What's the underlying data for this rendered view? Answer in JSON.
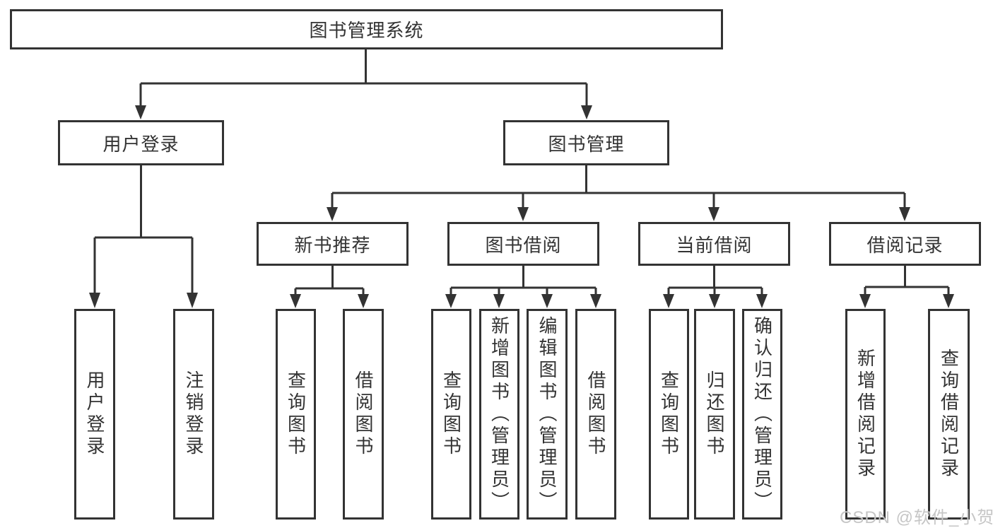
{
  "diagram": {
    "root": {
      "label": "图书管理系统"
    },
    "branches": [
      {
        "label": "用户登录",
        "children": [
          {
            "label": "用户登录"
          },
          {
            "label": "注销登录"
          }
        ]
      },
      {
        "label": "图书管理",
        "children": [
          {
            "label": "新书推荐",
            "children": [
              {
                "label": "查询图书"
              },
              {
                "label": "借阅图书"
              }
            ]
          },
          {
            "label": "图书借阅",
            "children": [
              {
                "label": "查询图书"
              },
              {
                "label": "新增图书（管理员）"
              },
              {
                "label": "编辑图书（管理员）"
              },
              {
                "label": "借阅图书"
              }
            ]
          },
          {
            "label": "当前借阅",
            "children": [
              {
                "label": "查询图书"
              },
              {
                "label": "归还图书"
              },
              {
                "label": "确认归还（管理员）"
              }
            ]
          },
          {
            "label": "借阅记录",
            "children": [
              {
                "label": "新增借阅记录"
              },
              {
                "label": "查询借阅记录"
              }
            ]
          }
        ]
      }
    ]
  },
  "watermark": "CSDN @软件_小贺同学",
  "colors": {
    "line": "#333333",
    "text": "#333333",
    "background": "#ffffff",
    "watermark": "#c6c6c6"
  }
}
